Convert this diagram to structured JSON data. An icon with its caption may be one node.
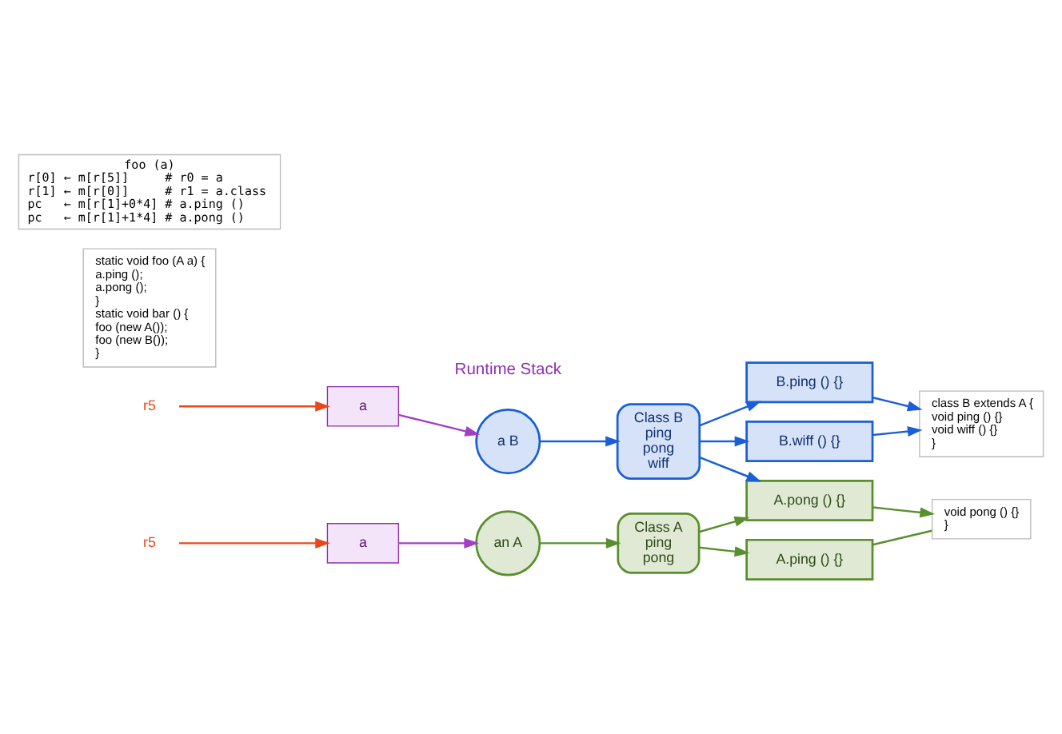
{
  "diagram": {
    "nodes": [
      {
        "text": [
          "Class A",
          "ping",
          "pong"
        ]
      },
      {
        "text": [
          "A.ping () {}"
        ]
      },
      {
        "text": [
          "A.pong () {}"
        ]
      },
      {
        "text": [
          "Class B",
          "ping",
          "pong",
          "wiff"
        ]
      },
      {
        "text": [
          "B.ping () {}"
        ]
      },
      {
        "text": [
          "B.wiff () {}"
        ]
      },
      {
        "text": [
          "void pong () {}",
          "}"
        ]
      },
      {
        "text": [
          "class B extends A {",
          "void ping () {}",
          "void wiff () {}",
          "}"
        ]
      },
      {
        "text": [
          "static void foo (A a) {",
          "a.ping ();",
          "a.pong ();",
          "}",
          "static void bar () {",
          "foo (new A());",
          "foo (new B());",
          "}"
        ]
      },
      {
        "text": [
          "an A"
        ]
      },
      {
        "text": [
          "a B"
        ]
      },
      {
        "text": [
          "foo (a)",
          "r[0] ← m[r[5]]     # r0 = a",
          "r[1] ← m[r[0]]     # r1 = a.class",
          "pc   ← m[r[1]+0*4] # a.ping ()",
          "pc   ← m[r[1]+1*4] # a.pong ()"
        ]
      },
      {
        "text": [
          "a"
        ]
      },
      {
        "text": [
          "a"
        ]
      },
      {
        "text": [
          "r5"
        ]
      },
      {
        "text": [
          "r5"
        ]
      }
    ],
    "edges": [
      {
        "from": 0,
        "to": 1,
        "arrow": "to",
        "color": "#5a8f2e"
      },
      {
        "from": 0,
        "to": 2,
        "arrow": "to",
        "color": "#5a8f2e"
      },
      {
        "from": 3,
        "to": 2,
        "arrow": "to"
      },
      {
        "from": 3,
        "to": 4,
        "arrow": "to"
      },
      {
        "from": 3,
        "to": 5,
        "arrow": "to"
      },
      {
        "from": 9,
        "to": 0,
        "arrow": "to",
        "color": "#5a8f2e"
      },
      {
        "from": 10,
        "to": 3,
        "arrow": "to"
      },
      {
        "from": 1,
        "to": 6,
        "arrow": "none",
        "color": "#5a8f2e"
      },
      {
        "from": 2,
        "to": 6,
        "arrow": "to",
        "color": "#5a8f2e"
      },
      {
        "from": 4,
        "to": 7,
        "arrow": "to"
      },
      {
        "from": 5,
        "to": 7,
        "arrow": "to"
      },
      {
        "from": 12,
        "to": 9,
        "arrow": "to",
        "color": "#a23fc4"
      },
      {
        "from": 13,
        "to": 10,
        "arrow": "to",
        "color": "#a23fc4"
      },
      {
        "from": 14,
        "to": 12,
        "arrow": "to",
        "color": "#e8481c"
      },
      {
        "from": 15,
        "to": 13,
        "arrow": "to",
        "color": "#e8481c"
      }
    ],
    "labels": [
      "Runtime Stack"
    ]
  }
}
